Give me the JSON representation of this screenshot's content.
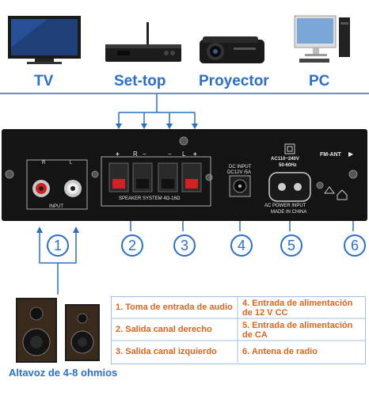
{
  "devices": [
    {
      "name": "TV",
      "icon": "tv-icon"
    },
    {
      "name": "Set-top",
      "icon": "set-top-box-icon"
    },
    {
      "name": "Proyector",
      "icon": "projector-icon"
    },
    {
      "name": "PC",
      "icon": "pc-icon"
    }
  ],
  "panel": {
    "r_label": "R",
    "l_label": "L",
    "input_label": "INPUT",
    "terminal_labels": [
      "+",
      "R",
      "−",
      "−",
      "L",
      "+"
    ],
    "speaker_system": "SPEAKER SYSTEM 4Ω-16Ω",
    "dc_input_1": "DC INPUT",
    "dc_input_2": "DC12V /5A",
    "ac_1": "AC110~240V",
    "ac_2": "50-60Hz",
    "ac_power": "AC POWER INPUT",
    "made_in": "MADE IN CHINA",
    "fm_ant": "FM-ANT"
  },
  "callouts": [
    "1",
    "2",
    "3",
    "4",
    "5",
    "6"
  ],
  "speakers_label": "Altavoz de 4-8 ohmios",
  "legend": [
    {
      "text": "1. Toma de entrada de audio"
    },
    {
      "text": "4. Entrada de alimentación de 12 V CC"
    },
    {
      "text": "2. Salida canal derecho"
    },
    {
      "text": "5. Entrada de alimentación de CA"
    },
    {
      "text": "3. Salida canal izquierdo"
    },
    {
      "text": "6. Antena de radio"
    }
  ],
  "colors": {
    "accent_blue": "#2a6fc9",
    "legend_orange": "#d9641f",
    "panel": "#141414",
    "terminal_red": "#d42020"
  }
}
